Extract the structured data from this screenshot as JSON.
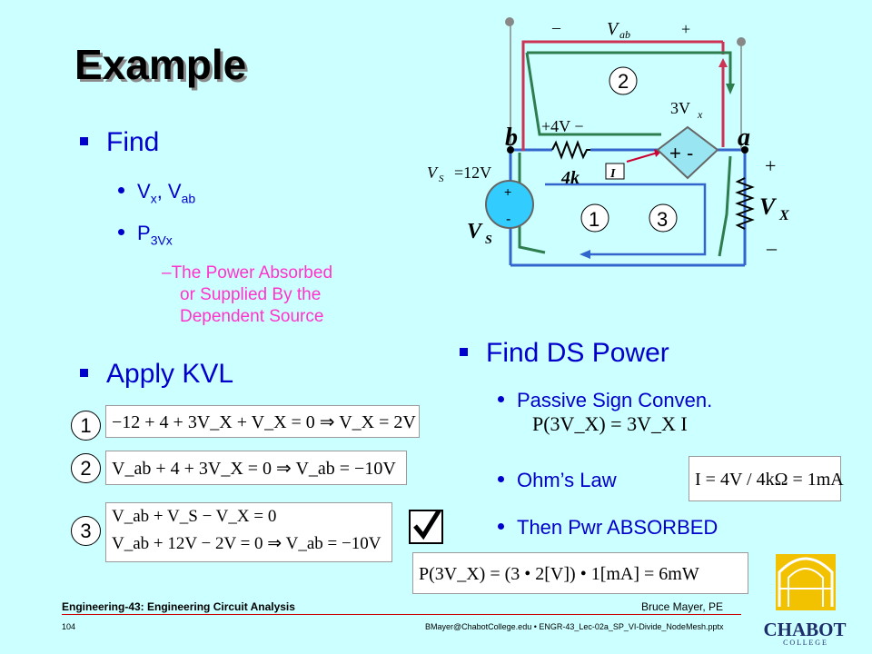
{
  "slide": {
    "title": "Example",
    "find": {
      "label": "Find",
      "items": [
        {
          "main": "V",
          "sub": "x",
          "sep": ", ",
          "main2": "V",
          "sub2": "ab"
        },
        {
          "main": "P",
          "sub": "3Vx"
        }
      ],
      "note": [
        "–The Power Absorbed",
        "or Supplied By the",
        "Dependent Source"
      ]
    },
    "kvl_label": "Apply KVL",
    "ds": {
      "label": "Find DS Power",
      "items": [
        "Passive Sign Conven.",
        "Ohm’s Law",
        "Then Pwr ABSORBED"
      ]
    },
    "loop_numbers": [
      "1",
      "2",
      "3"
    ],
    "equations": {
      "eq1": "−12 + 4 + 3V_X + V_X = 0 ⇒ V_X = 2V",
      "eq2": "V_ab + 4 + 3V_X = 0 ⇒ V_ab = −10V",
      "eq3a": "V_ab + V_S − V_X = 0",
      "eq3b": "V_ab + 12V − 2V = 0 ⇒ V_ab = −10V",
      "psc": "P(3V_X) = 3V_X I",
      "ohm": "I = 4V / 4kΩ = 1mA",
      "pwr": "P(3V_X) = (3 • 2[V]) • 1[mA] = 6mW"
    },
    "circuit": {
      "vab_minus": "–",
      "vab": "V",
      "vab_sub": "ab",
      "vab_plus": "+",
      "loop2": "2",
      "dep": "3V",
      "dep_sub": "x",
      "plus4v": "+4V −",
      "node_b": "b",
      "node_a": "a",
      "dep_plusminus": "+ -",
      "vs_eq": "V",
      "vs_eq_sub": "S",
      "vs_eq_val": "=12V",
      "res_left": "4k",
      "current": "I",
      "src_plus": "+",
      "src_minus": "-",
      "loop1": "1",
      "loop3": "3",
      "vs": "V",
      "vs_sub": "S",
      "vx": "V",
      "vx_sub": "X",
      "vx_plus": "+",
      "vx_minus": "–"
    },
    "footer": {
      "course": "Engineering-43: Engineering Circuit Analysis",
      "author": "Bruce Mayer, PE",
      "page": "104",
      "file": "BMayer@ChabotCollege.edu  •  ENGR-43_Lec-02a_SP_VI-Divide_NodeMesh.pptx",
      "logo_word": "CHABOT",
      "logo_sub": "C O L L E G E"
    }
  }
}
